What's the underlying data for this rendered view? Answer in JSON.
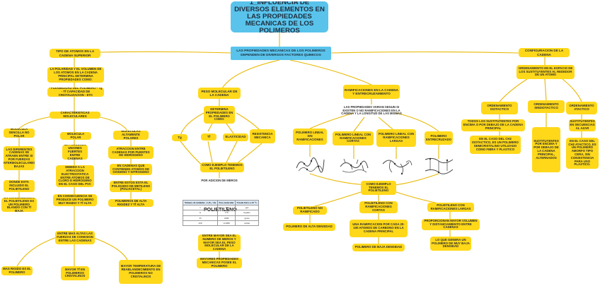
{
  "title": "1_INFLUENCIA DE DIVERSOS ELEMENTOS EN LAS PROPIEDADES MECANICAS DE LOS POLIMEROS",
  "main": "LAS PROPIEDADES MECANICAS DE LOS POLIMEROS DEPENDEN DE DIVERSOS FACTORES QUIMICOS",
  "colors": {
    "title": "#59c3eb",
    "node": "#ffd81a",
    "line": "#e8b800"
  },
  "nodes": {
    "tipo_atomos": "TIPO DE ATOMOS EN LA CADENA SUPERIOR",
    "polaridad": "LA POLARIDAD Y EL VOLUMEN DE LOS ATOMOS EN LA CADENA PRINCIPAL DETERMINA PROPIEDADES COMO:",
    "flexibilidad": "- FLEXIBILIDAD DEL POLIMERO - Tg - Tf CAPACIDAD DE CRISTALIZACION - ETC",
    "caracteristicas": "CARACTERISTICAS MOLECULARES",
    "mol_sencilla": "MOLECULA SENCILLA NO POLAR",
    "cadenas_diferentes": "LAS DIFERENTES CADENAS SE ATRAEN ENTRE SI POR FUERZAS INTERMOLECULARES BAJAS",
    "donde_esta": "DONDE ESTA INCLUIDO EL POLIETILENO",
    "consecuencia_blando": "EN CONSECUENCIA, EL POLIETILENO ES UN POLIMERO BLANDO CON Tf BAJA",
    "mol_polar": "MOLECULA POLAR",
    "uniones": "SE PRODUCEN UNIONES FUERTES ENTRE CADENAS",
    "atraccion_cloro": "DEBIDO A LA ATRACCION ELECTROSTATICA ENTRE ATOMOS DE CLORO E HIDROGENO EN EL CASO DEL PVC",
    "consecuencia_rigido": "EN CONSECUENCIA SE PRODUCE UN POLIMERO MUY RIGIDO Y Tf ALTA",
    "altamente_polares": "MOLECULAS ALTAMENTE POLARES",
    "puentes": "ATRACCION ENTRE CADENAS POR PUENTES DE HIDROGENO",
    "oxigeno": "EN CADENAS QUE CONTIENEN ATOMOS DE OXIGENO Y NITROGENO",
    "poliacetal": "ENTRE ESTOS ESTA EL POLIOXIDO DE METILENO (POLIACETAL)",
    "polimeros_alta": "POLIMEROS DE ALTA RIGIDEZ Y Tf ALTA",
    "fuerzas_cohesion": "ENTRE MAS ALTAS LAS FUERZAS DE COHESION ENTRE LAS CADENAS",
    "mas_rigido": "MAS RIGIDO ES EL POLIMERO",
    "mayor_tf": "MAYOR Tf EN POLIMEROS CRISTALINOS",
    "mayor_temp": "MAYOR TEMPERATURA DE REABLANDECIMIENTO EN POLIMEROS NO CRISTALINOS",
    "peso_molecular": "PESO MOLECULAR DE LA CADENA",
    "determina": "DETERMINA PROPIEDADES EN EL POLIMERO COMO:",
    "tg": "Tg",
    "tf": "Tf",
    "elasticidad": "ELASTICIDAD",
    "resistencia": "RESISTENCIA MECANICA",
    "como_ejemplo_pe": "COMO EJEMPLO TENEMOS EL POLIETILENO",
    "por_adicion": "POR ADICION DE MEROS",
    "mayor_peso": "ENTRE MAYOR SEA EL NUMERO DE MEROS Y MAYOR SEA EL PESO MOLECULAR DE LA CADENA",
    "mayores_prop": "MAYORES PROPIEDADES MECANICAS POSEE EL POLIMERO",
    "ramificaciones": "RAMIFICACIONES EN LA CADENA Y ENTRECRUZAMIENTO",
    "varian": "LAS PROPIEDADES VARIAN SEGUN SI EXISTEN O NO RAMIFICACIONES EN LA CADENA Y LA LONGITUD DE LAS MISMAS",
    "lineal_sin": "POLIMERO LINEAL SIN RAMIFICACIONES",
    "lineal_cortas": "POLIMERO LINEAL CON RAMIFICACIONES CORTAS",
    "lineal_largas": "POLIMERO LINEAL CON RAMIFICACIONES LARGAS",
    "entrecruzado": "POLIMERO ENTRECRUZADO",
    "como_ejemplo_ram": "COMO EJEMPLO TENEMOS EL POLIETILENO",
    "pe_no_ram": "POLIETILENO NO RAMIFICADO",
    "alta_densidad": "POLIMERO DE ALTA DENSIDAD",
    "pe_cortas": "POLIETILENO CON RAMIFICACIONES CORTAS",
    "una_ram": "UNA RAMIFICACION POR CADA 20-100 ATOMOS DE CARBONO EN LA CADENA PRINCIPAL",
    "baja_densidad": "POLIMERO DE BAJA DENSIDAD",
    "pe_largas": "POLIETILENO CON RAMIFICACIONES LARGAS",
    "proporcionan": "PROPORCIONAN MAYOR VOLUMEN Y DISTANCIAMIENTO ENTRE CADENAS",
    "muy_baja": "LO QUE GENERA UN POLIMERO DE MUY BAJA DENSIDAD",
    "configuracion": "CONFIGURACION DE LA CADENA",
    "ordenamiento_espacio": "ORDENAMIENTO EN EL ESPACIO DE LOS SUSTITUYENTES AL REDEDOR DE UN ATOMO",
    "isotactico": "ORDENAMIENTO ISOTACTICO",
    "todos_sustituyentes": "TODOS LOS SUSTITUYENTES POR ENCIMA O POR DEBAJO DE LA CADENA PRINCIPAL",
    "caso_ch2_iso": "EN EL CASO DEL CH2 ISOTACTICO, ES UN POLIMERO SEMICRISTALINO UTILIZADO COMO FIBRA Y PLASTICO",
    "sindiotactico": "ORDENAMIENTO SINDIOTACTICO",
    "sustituyentes_alternados": "SUSTITUYENTES POR ENCIMA Y POR DEBAJO DE LA CADENA PRINCIPAL, ALTERNADOS",
    "atactico": "ORDENAMIENTO ATACTICO",
    "secuencias_azar": "SUSTITUYENTES EN SECUENCIAS AL AZAR",
    "caso_ch2_at": "EN EL CASO DEL CH2 ATACTICO, ES UN POLIMERO AMORFO TIPO CERA, SIN CONSISTENCIA PARA USO PLASTICO."
  },
  "table": {
    "title": "POLIETILENO",
    "headers": [
      "Número de unidades -C₂H₄-/ Re",
      "Peso molecular",
      "Estado físico a 20 °C"
    ],
    "rows": [
      [
        "1",
        "30",
        "gas"
      ],
      [
        "6",
        "170",
        "líquido"
      ],
      [
        "35",
        "1000",
        "grasa"
      ],
      [
        "430",
        "112000",
        "resina"
      ]
    ]
  }
}
